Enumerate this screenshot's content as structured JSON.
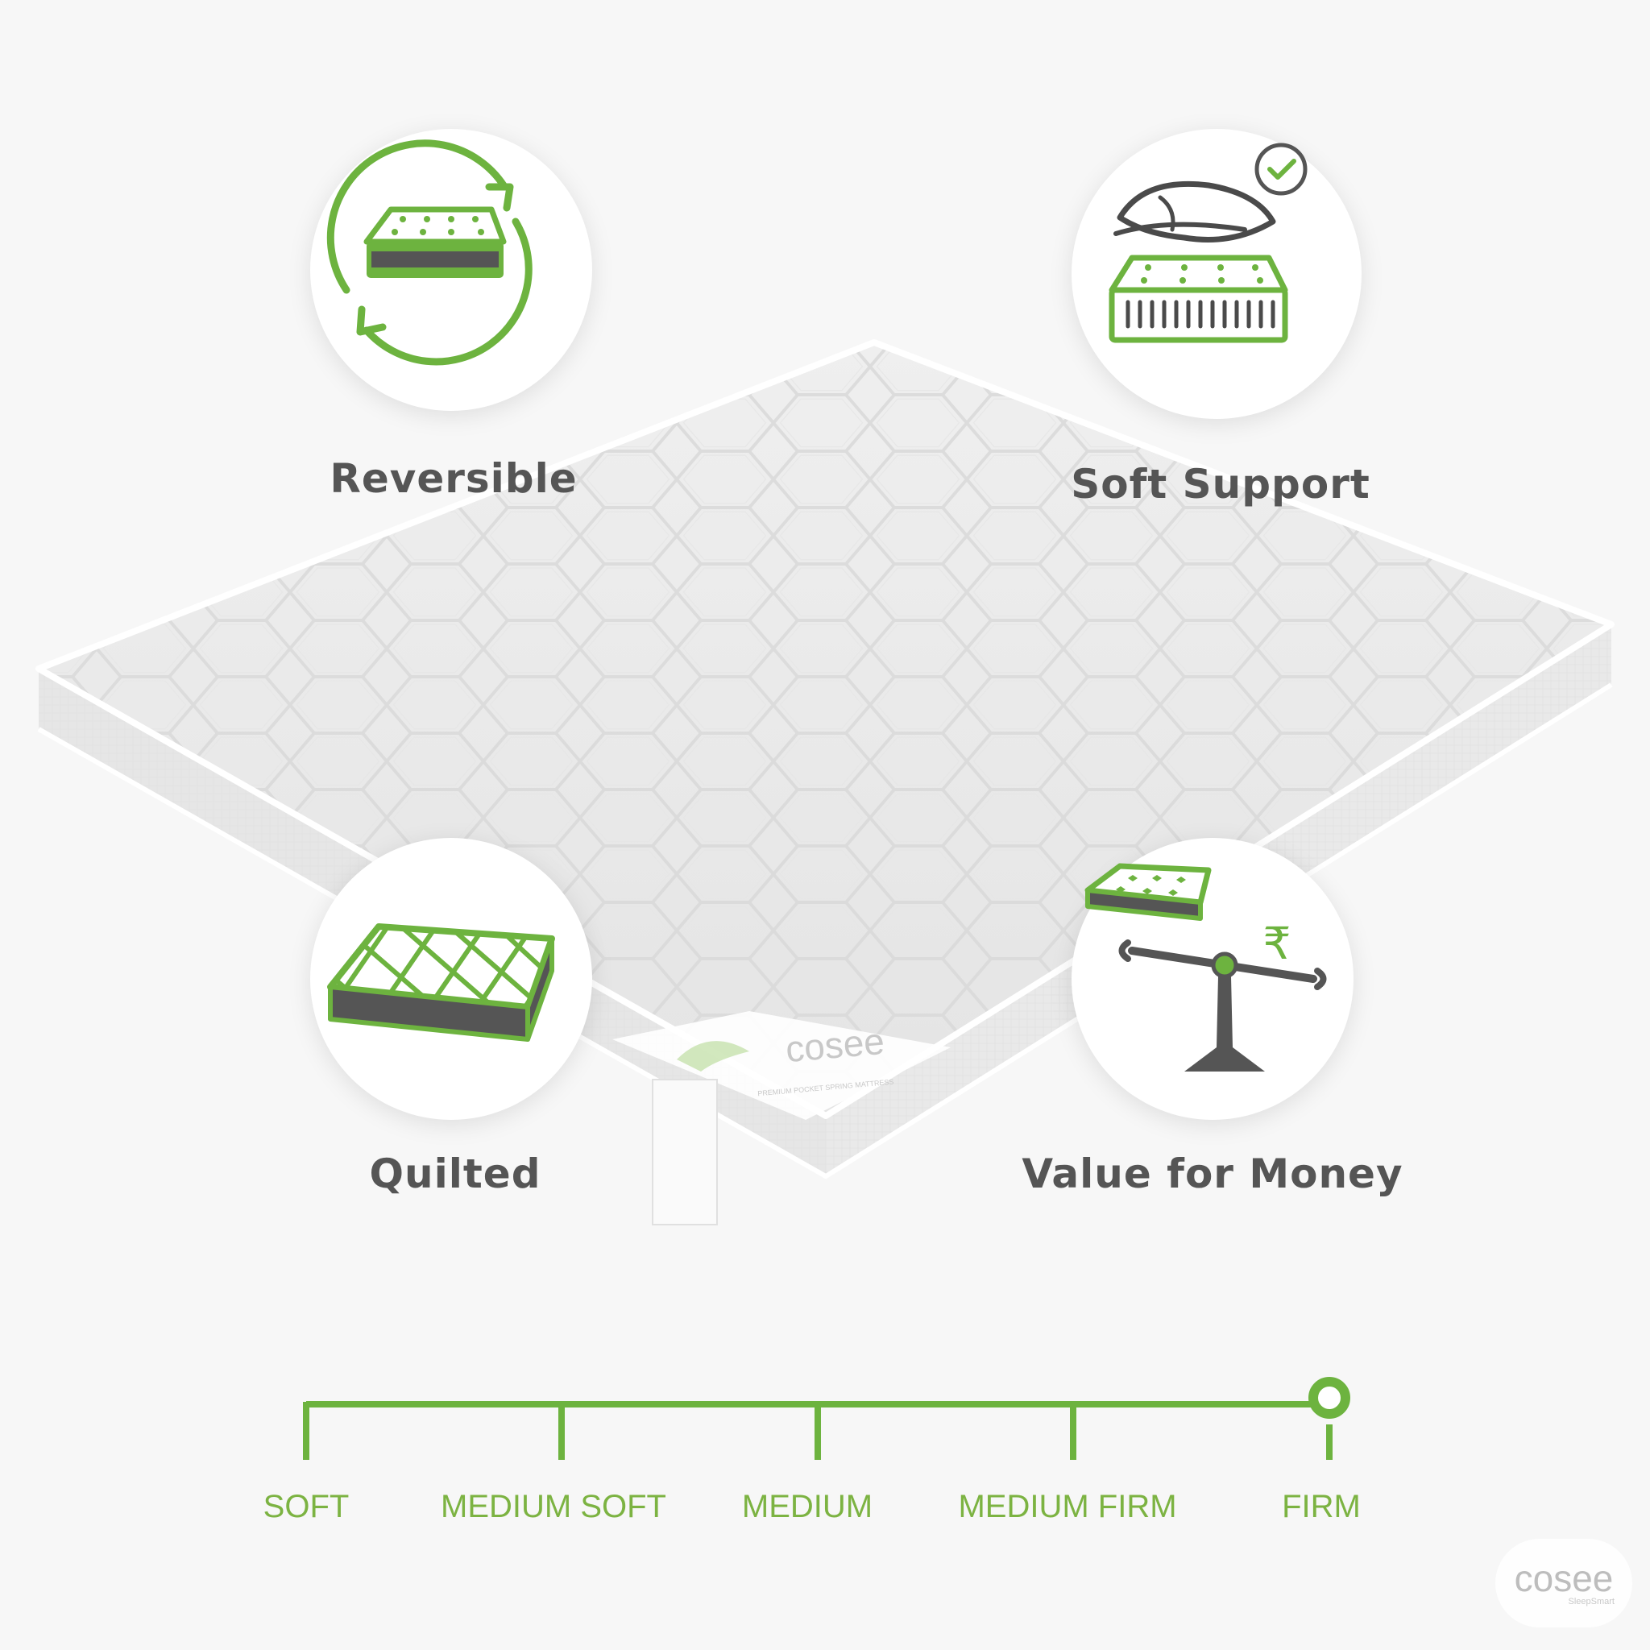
{
  "features": [
    {
      "id": "reversible",
      "label": "Reversible",
      "icon": "reversible-mattress-icon"
    },
    {
      "id": "soft-support",
      "label": "Soft Support",
      "icon": "feather-mattress-icon"
    },
    {
      "id": "quilted",
      "label": "Quilted",
      "icon": "quilted-mattress-icon"
    },
    {
      "id": "value",
      "label": "Value for Money",
      "icon": "balance-scale-rupee-icon"
    }
  ],
  "firmness_scale": {
    "labels": [
      "SOFT",
      "MEDIUM SOFT",
      "MEDIUM",
      "MEDIUM FIRM",
      "FIRM"
    ],
    "selected": "FIRM"
  },
  "mattress": {
    "brand": "cosee",
    "tagline": "PREMIUM POCKET SPRING MATTRESS"
  },
  "watermark": {
    "brand": "cosee",
    "sub": "SleepSmart"
  },
  "colors": {
    "accent": "#6db33f",
    "label_text": "#555555",
    "scale_text": "#7cb342",
    "dark_gray": "#4a4a4a"
  }
}
